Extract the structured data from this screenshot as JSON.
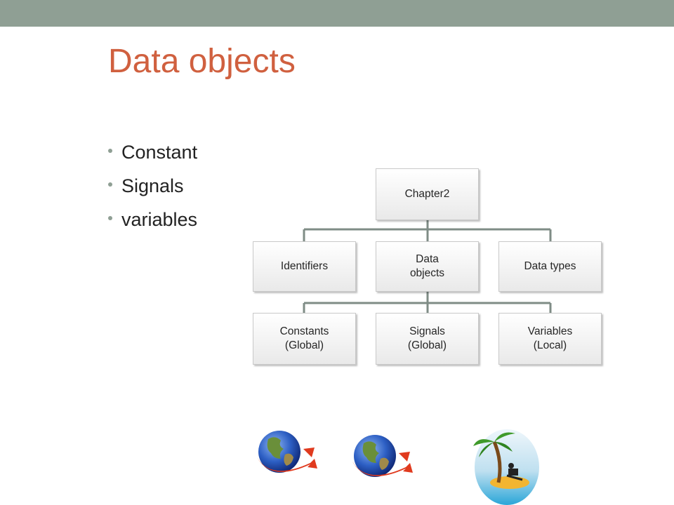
{
  "slide": {
    "title": "Data objects",
    "bullets": [
      "Constant",
      "Signals",
      "variables"
    ]
  },
  "diagram": {
    "root": "Chapter2",
    "level1": [
      "Identifiers",
      "Data\nobjects",
      "Data types"
    ],
    "level2": [
      "Constants\n(Global)",
      "Signals\n(Global)",
      "Variables\n(Local)"
    ]
  },
  "colors": {
    "topbar": "#8f9f94",
    "title": "#d0603f",
    "connector": "#7f8c86"
  },
  "clipart": [
    "globe-arrow-icon",
    "globe-arrow-icon",
    "island-palm-icon"
  ]
}
